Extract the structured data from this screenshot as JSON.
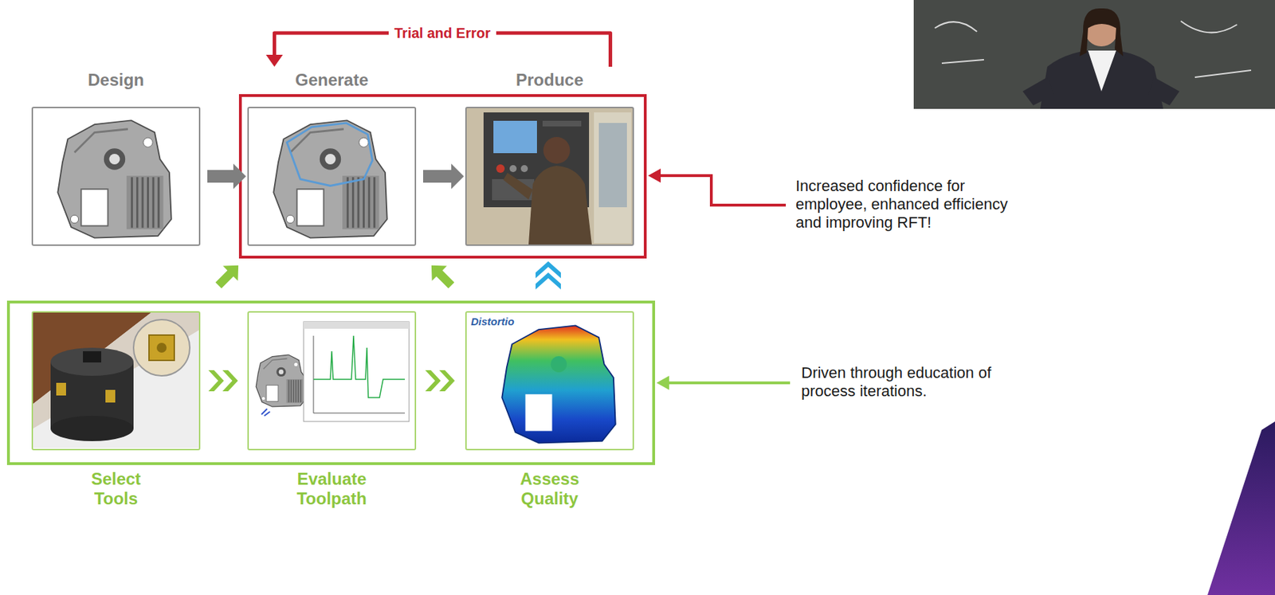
{
  "diagram": {
    "nodes": [
      {
        "text": [
          "Design"
        ]
      },
      {
        "text": [
          "Generate"
        ]
      },
      {
        "text": [
          "Produce"
        ]
      },
      {
        "text": [
          "Select Tools"
        ]
      },
      {
        "text": [
          "Evaluate Toolpath"
        ]
      },
      {
        "text": [
          "Assess Quality"
        ]
      }
    ],
    "edges": [
      {
        "from": 0,
        "to": 1,
        "arrow": "to"
      },
      {
        "from": 1,
        "to": 2,
        "arrow": "to"
      },
      {
        "from": 2,
        "to": 1,
        "label": "Trial and Error",
        "arrow": "to"
      },
      {
        "from": 3,
        "to": 4,
        "arrow": "to"
      },
      {
        "from": 4,
        "to": 5,
        "arrow": "to"
      }
    ],
    "labels": [
      "Increased confidence for employee, enhanced efficiency and improving RFT!",
      "Driven through education of process iterations.",
      "Distortio"
    ]
  }
}
